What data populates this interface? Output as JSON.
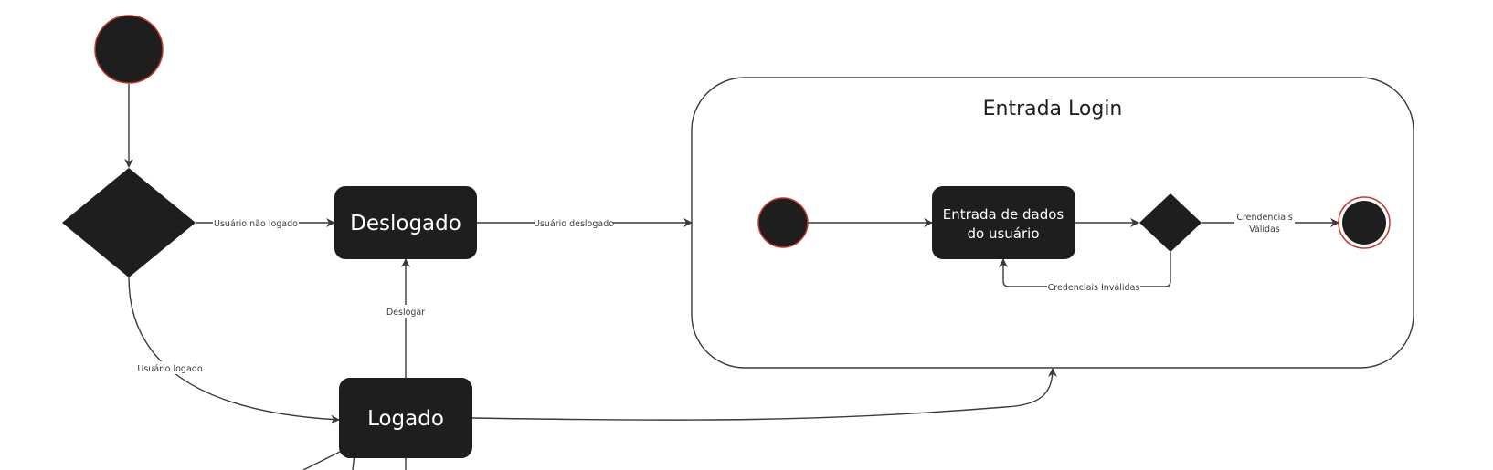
{
  "colors": {
    "node": "#1e1e1e",
    "edge": "#3a3a3a",
    "initial_outline": "#c0392b",
    "background": "#ffffff"
  },
  "composite": {
    "title": "Entrada Login"
  },
  "states": {
    "deslogado": "Deslogado",
    "logado": "Logado",
    "entrada_dados_line1": "Entrada de dados",
    "entrada_dados_line2": "do usuário"
  },
  "transitions": {
    "usuario_nao_logado": "Usuário não logado",
    "usuario_deslogado": "Usuário deslogado",
    "usuario_logado": "Usuário logado",
    "deslogar": "Deslogar",
    "credenciais_validas_line1": "Crendenciais",
    "credenciais_validas_line2": "Válidas",
    "credenciais_invalidas": "Credenciais Inválidas"
  }
}
